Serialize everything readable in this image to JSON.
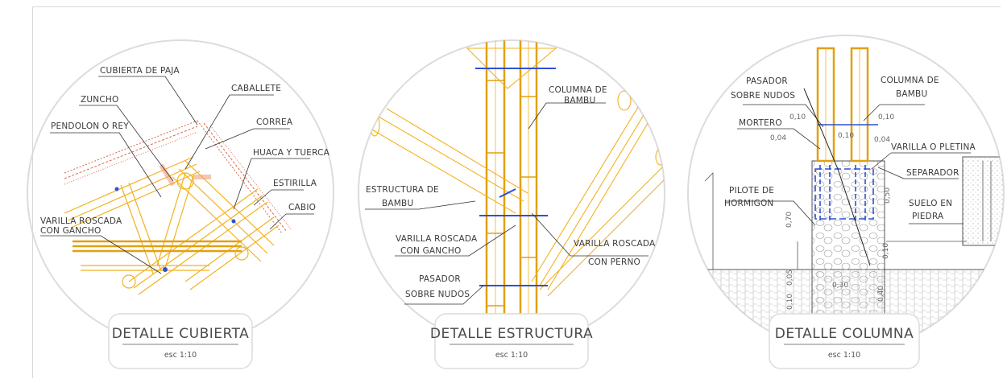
{
  "details": [
    {
      "title": "DETALLE CUBIERTA",
      "scale": "esc 1:10",
      "labels": {
        "cubierta": "CUBIERTA DE PAJA",
        "caballete": "CABALLETE",
        "zuncho": "ZUNCHO",
        "correa": "CORREA",
        "pendolon": "PENDOLON O REY",
        "huaca": "HUACA Y TUERCA",
        "estirilla": "ESTIRILLA",
        "cabio": "CABIO",
        "varilla1": "VARILLA ROSCADA",
        "varilla2": "CON GANCHO"
      }
    },
    {
      "title": "DETALLE ESTRUCTURA",
      "scale": "esc 1:10",
      "labels": {
        "columna1": "COLUMNA DE",
        "columna2": "BAMBU",
        "estructura1": "ESTRUCTURA DE",
        "estructura2": "BAMBU",
        "varillaGancho1": "VARILLA ROSCADA",
        "varillaGancho2": "CON GANCHO",
        "varillaPerno1": "VARILLA ROSCADA",
        "varillaPerno2": "CON PERNO",
        "pasador1": "PASADOR",
        "pasador2": "SOBRE NUDOS"
      }
    },
    {
      "title": "DETALLE COLUMNA",
      "scale": "esc 1:10",
      "labels": {
        "pasador1": "PASADOR",
        "pasador2": "SOBRE NUDOS",
        "columna1": "COLUMNA DE",
        "columna2": "BAMBU",
        "mortero": "MORTERO",
        "varilla": "VARILLA O PLETINA",
        "separador": "SEPARADOR",
        "pilote1": "PILOTE DE",
        "pilote2": "HORMIGON",
        "suelo1": "SUELO EN",
        "suelo2": "PIEDRA"
      },
      "dims": {
        "d1": "0,10",
        "d2": "0,10",
        "d3": "0,10",
        "d4": "0,04",
        "d5": "0,04",
        "d6": "0,50",
        "d7": "0,70",
        "d8": "0,30",
        "d9": "0,10",
        "d10": "0,40",
        "d11": "0,05",
        "d12": "0,10"
      }
    }
  ],
  "colors": {
    "bamboo": "#f2b21f",
    "bambooLight": "#f6d27a",
    "leader": "#333333",
    "bolt": "#3050d0",
    "thatch": "#d96a4a",
    "circle": "#dcdcdc"
  }
}
